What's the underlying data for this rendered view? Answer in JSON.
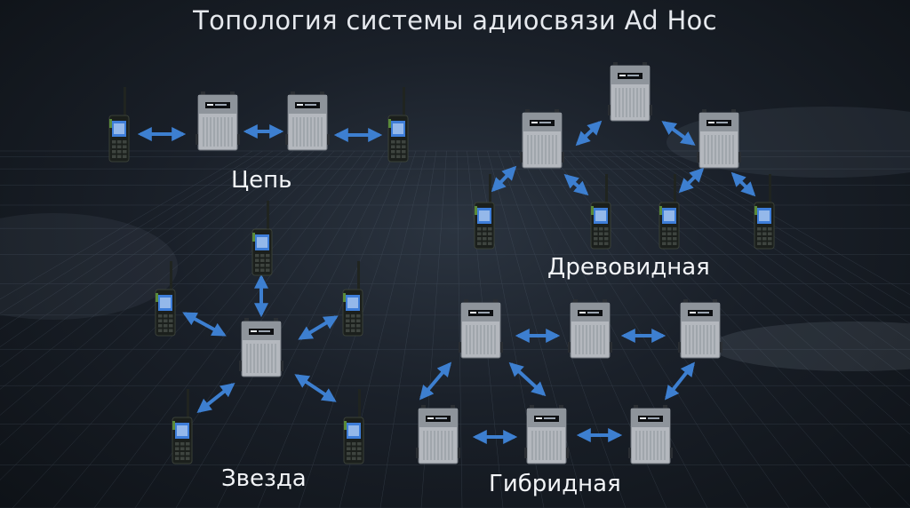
{
  "title": "Топология системы адиосвязи Ad Hoc",
  "labels": {
    "chain": "Цепь",
    "tree": "Древовидная",
    "star": "Звезда",
    "hybrid": "Гибридная"
  },
  "colors": {
    "arrow": "#3d7fd0",
    "radio_body": "#1b1f1c",
    "radio_screen": "#3d7dd8",
    "base_body": "#b4b8be",
    "base_panel": "#0d0f12"
  }
}
